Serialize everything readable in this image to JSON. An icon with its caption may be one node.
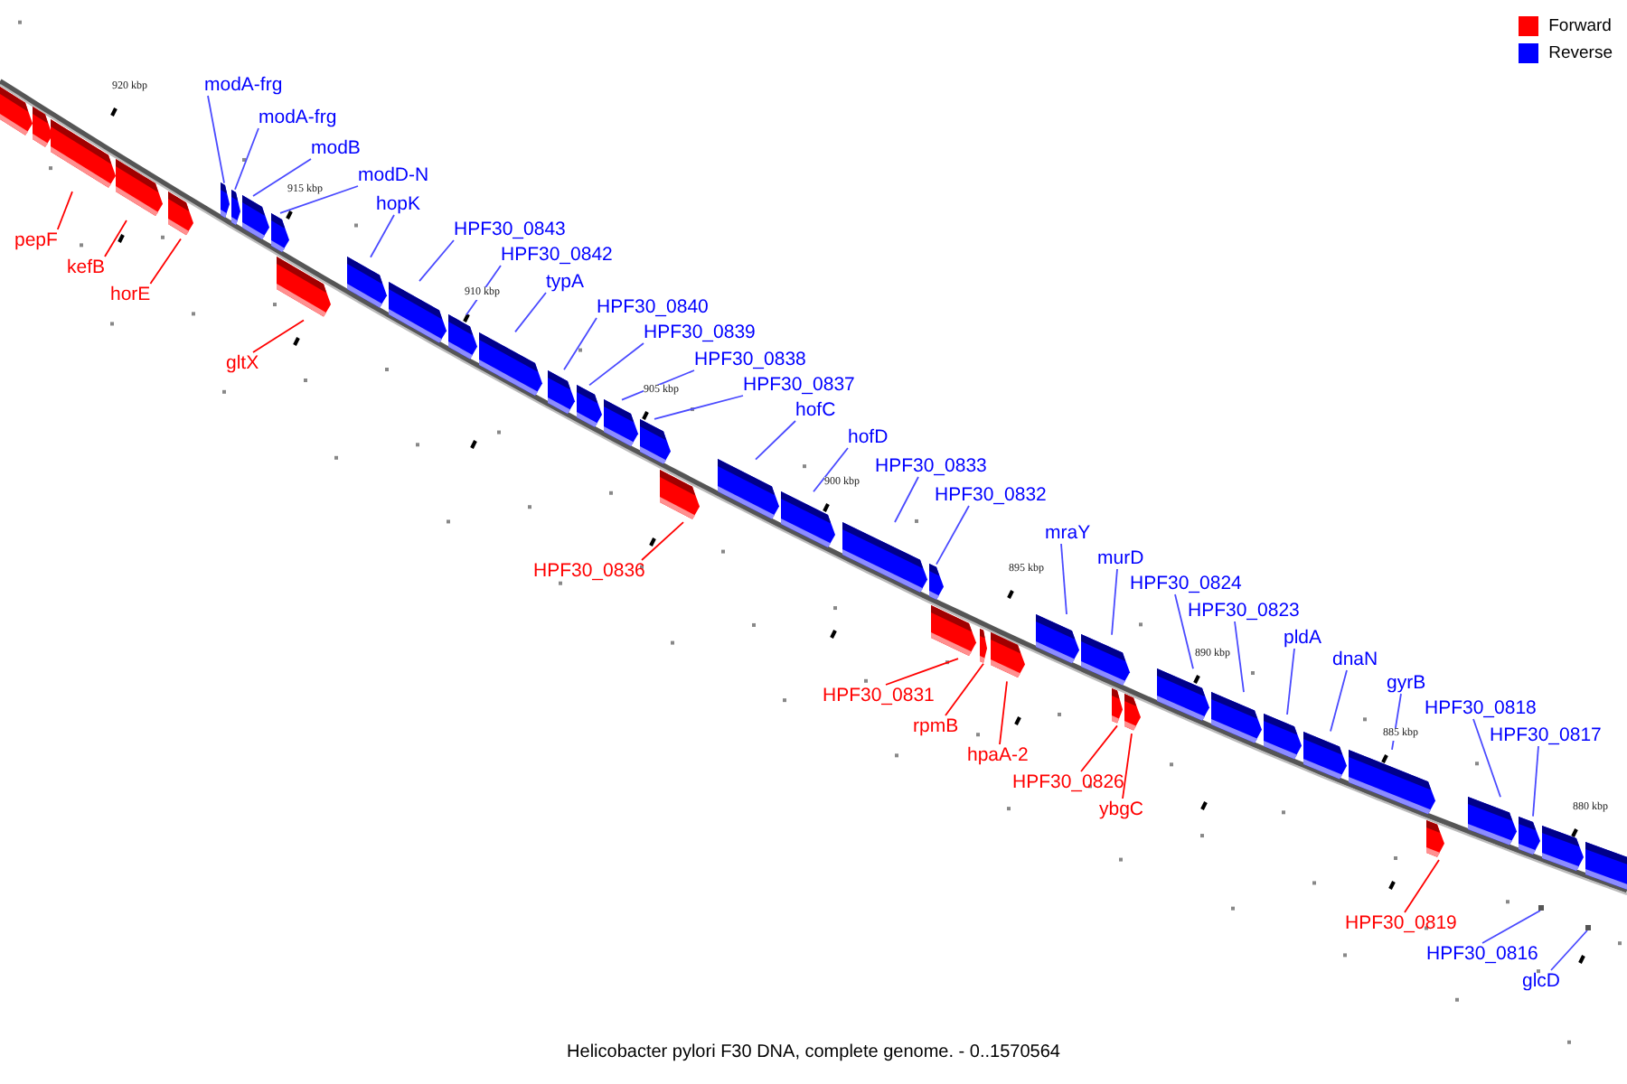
{
  "diagram": {
    "caption": "Helicobacter pylori F30 DNA, complete genome. - 0..1570564",
    "nodes": [
      {
        "text": [],
        "shape": "bar"
      },
      {
        "text": [],
        "shape": "bar"
      },
      {
        "text": [
          "pepF"
        ]
      },
      {
        "text": [],
        "shape": "bar"
      },
      {
        "text": [
          "kefB"
        ]
      },
      {
        "text": [],
        "shape": "bar"
      },
      {
        "text": [
          "horE"
        ]
      },
      {
        "text": [],
        "shape": "bar"
      },
      {
        "text": [
          "modA-frg"
        ]
      },
      {
        "text": [],
        "shape": "bar"
      },
      {
        "text": [
          "modA-frg"
        ]
      },
      {
        "text": [],
        "shape": "bar"
      },
      {
        "text": [
          "modB"
        ]
      },
      {
        "text": [],
        "shape": "bar"
      },
      {
        "text": [
          "modD-N"
        ]
      },
      {
        "text": [],
        "shape": "bar"
      },
      {
        "text": [
          "gltX"
        ]
      },
      {
        "text": [],
        "shape": "bar"
      },
      {
        "text": [
          "hopK"
        ]
      },
      {
        "text": [],
        "shape": "bar"
      },
      {
        "text": [
          "HPF30_0843"
        ]
      },
      {
        "text": [],
        "shape": "bar"
      },
      {
        "text": [
          "HPF30_0842"
        ]
      },
      {
        "text": [],
        "shape": "bar"
      },
      {
        "text": [
          "typA"
        ]
      },
      {
        "text": [],
        "shape": "bar"
      },
      {
        "text": [
          "HPF30_0840"
        ]
      },
      {
        "text": [],
        "shape": "bar"
      },
      {
        "text": [
          "HPF30_0839"
        ]
      },
      {
        "text": [],
        "shape": "bar"
      },
      {
        "text": [
          "HPF30_0838"
        ]
      },
      {
        "text": [],
        "shape": "bar"
      },
      {
        "text": [
          "HPF30_0837"
        ]
      },
      {
        "text": [],
        "shape": "bar"
      },
      {
        "text": [
          "HPF30_0836"
        ]
      },
      {
        "text": [],
        "shape": "bar"
      },
      {
        "text": [
          "hofC"
        ]
      },
      {
        "text": [],
        "shape": "bar"
      },
      {
        "text": [
          "hofD"
        ]
      },
      {
        "text": [],
        "shape": "bar"
      },
      {
        "text": [
          "HPF30_0833"
        ]
      },
      {
        "text": [],
        "shape": "bar"
      },
      {
        "text": [
          "HPF30_0832"
        ]
      },
      {
        "text": [],
        "shape": "bar"
      },
      {
        "text": [
          "HPF30_0831"
        ]
      },
      {
        "text": [],
        "shape": "bar"
      },
      {
        "text": [
          "rpmB"
        ]
      },
      {
        "text": [],
        "shape": "bar"
      },
      {
        "text": [
          "hpaA-2"
        ]
      },
      {
        "text": [],
        "shape": "bar"
      },
      {
        "text": [
          "mraY"
        ]
      },
      {
        "text": [],
        "shape": "bar"
      },
      {
        "text": [
          "murD"
        ]
      },
      {
        "text": [],
        "shape": "bar"
      },
      {
        "text": [
          "HPF30_0826"
        ]
      },
      {
        "text": [],
        "shape": "bar"
      },
      {
        "text": [
          "ybgC"
        ]
      },
      {
        "text": [],
        "shape": "bar"
      },
      {
        "text": [
          "HPF30_0824"
        ]
      },
      {
        "text": [],
        "shape": "bar"
      },
      {
        "text": [
          "HPF30_0823"
        ]
      },
      {
        "text": [],
        "shape": "bar"
      },
      {
        "text": [
          "pldA"
        ]
      },
      {
        "text": [],
        "shape": "bar"
      },
      {
        "text": [
          "dnaN"
        ]
      },
      {
        "text": [],
        "shape": "bar"
      },
      {
        "text": [
          "gyrB"
        ]
      },
      {
        "text": [],
        "shape": "bar"
      },
      {
        "text": [
          "HPF30_0819"
        ]
      },
      {
        "text": [],
        "shape": "bar"
      },
      {
        "text": [
          "HPF30_0818"
        ]
      },
      {
        "text": [],
        "shape": "bar"
      },
      {
        "text": [
          "HPF30_0817"
        ]
      },
      {
        "text": [],
        "shape": "bar"
      },
      {
        "text": [],
        "shape": "bar"
      },
      {
        "text": [],
        "shape": "bar"
      },
      {
        "text": [
          "HPF30_0816"
        ]
      },
      {
        "text": [],
        "shape": "dot"
      },
      {
        "text": [
          "glcD"
        ]
      },
      {
        "text": [],
        "shape": "dot"
      }
    ],
    "edges": [
      {
        "from": 2,
        "to": 3,
        "arrow": "none",
        "color": "#ff0000"
      },
      {
        "from": 4,
        "to": 5,
        "arrow": "none",
        "color": "#ff0000"
      },
      {
        "from": 6,
        "to": 7,
        "arrow": "none",
        "color": "#ff0000"
      },
      {
        "from": 8,
        "to": 9,
        "arrow": "none"
      },
      {
        "from": 10,
        "to": 11,
        "arrow": "none"
      },
      {
        "from": 12,
        "to": 13,
        "arrow": "none"
      },
      {
        "from": 14,
        "to": 15,
        "arrow": "none"
      },
      {
        "from": 16,
        "to": 17,
        "arrow": "none",
        "color": "#ff0000"
      },
      {
        "from": 18,
        "to": 19,
        "arrow": "none"
      },
      {
        "from": 20,
        "to": 21,
        "arrow": "none"
      },
      {
        "from": 22,
        "to": 23,
        "arrow": "none"
      },
      {
        "from": 24,
        "to": 25,
        "arrow": "none"
      },
      {
        "from": 26,
        "to": 27,
        "arrow": "none"
      },
      {
        "from": 28,
        "to": 29,
        "arrow": "none"
      },
      {
        "from": 30,
        "to": 31,
        "arrow": "none"
      },
      {
        "from": 32,
        "to": 33,
        "arrow": "none"
      },
      {
        "from": 34,
        "to": 35,
        "arrow": "none",
        "color": "#ff0000"
      },
      {
        "from": 36,
        "to": 37,
        "arrow": "none"
      },
      {
        "from": 38,
        "to": 39,
        "arrow": "none"
      },
      {
        "from": 40,
        "to": 41,
        "arrow": "none"
      },
      {
        "from": 42,
        "to": 43,
        "arrow": "none"
      },
      {
        "from": 44,
        "to": 45,
        "arrow": "none",
        "color": "#ff0000"
      },
      {
        "from": 46,
        "to": 47,
        "arrow": "none",
        "color": "#ff0000"
      },
      {
        "from": 48,
        "to": 49,
        "arrow": "none",
        "color": "#ff0000"
      },
      {
        "from": 50,
        "to": 51,
        "arrow": "none"
      },
      {
        "from": 52,
        "to": 53,
        "arrow": "none"
      },
      {
        "from": 54,
        "to": 55,
        "arrow": "none",
        "color": "#ff0000"
      },
      {
        "from": 56,
        "to": 57,
        "arrow": "none",
        "color": "#ff0000"
      },
      {
        "from": 58,
        "to": 59,
        "arrow": "none"
      },
      {
        "from": 60,
        "to": 61,
        "arrow": "none"
      },
      {
        "from": 62,
        "to": 63,
        "arrow": "none"
      },
      {
        "from": 64,
        "to": 65,
        "arrow": "none"
      },
      {
        "from": 66,
        "to": 67,
        "arrow": "none"
      },
      {
        "from": 68,
        "to": 69,
        "arrow": "none",
        "color": "#ff0000"
      },
      {
        "from": 70,
        "to": 71,
        "arrow": "none"
      },
      {
        "from": 72,
        "to": 73,
        "arrow": "none"
      },
      {
        "from": 76,
        "to": 77,
        "arrow": "none"
      },
      {
        "from": 78,
        "to": 79,
        "arrow": "none"
      }
    ],
    "labels": [
      "920 kbp",
      "915 kbp",
      "910 kbp",
      "905 kbp",
      "900 kbp",
      "895 kbp",
      "890 kbp",
      "885 kbp",
      "880 kbp"
    ],
    "legend": [
      {
        "text": "Forward",
        "color": "#ff0000"
      },
      {
        "text": "Reverse",
        "color": "#0000ff"
      }
    ]
  }
}
